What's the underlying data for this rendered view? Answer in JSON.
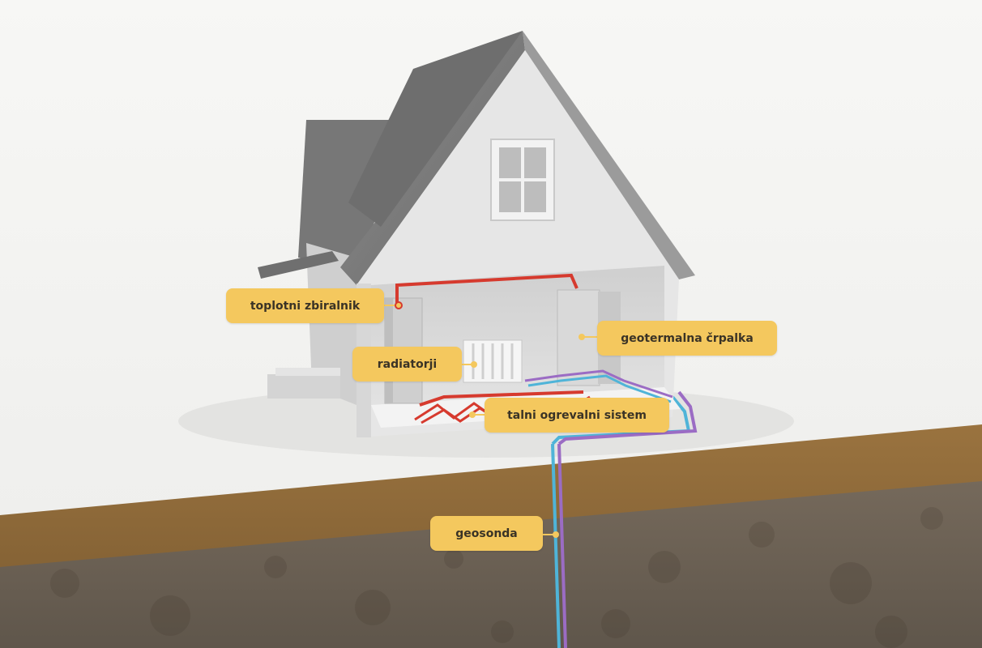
{
  "labels": {
    "heat_storage": "toplotni zbiralnik",
    "radiators": "radiatorji",
    "heat_pump": "geotermalna črpalka",
    "floor_heating": "talni ogrevalni sistem",
    "ground_probe": "geosonda"
  },
  "colors": {
    "label_bg": "#f4c85e",
    "label_text": "#3a3326",
    "hot_pipe": "#d63a2e",
    "supply_pipe": "#4fb4d8",
    "return_pipe": "#9b6cc4",
    "soil_top": "#8a6536",
    "soil_deep": "#6e6356",
    "roof": "#7f7f7f",
    "wall": "#dcdcdc"
  },
  "icons": {
    "connector": "dot-marker"
  }
}
